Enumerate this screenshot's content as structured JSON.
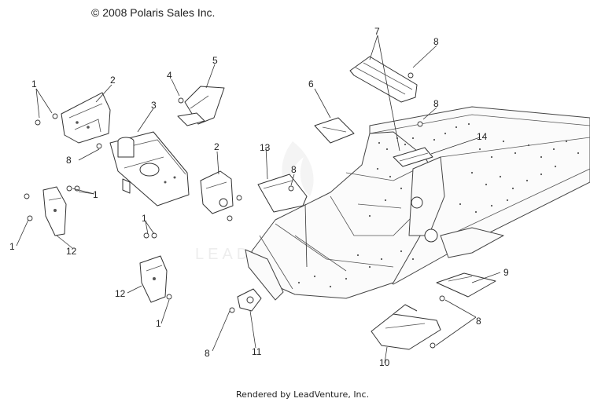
{
  "header": {
    "copyright": "© 2008 Polaris Sales Inc."
  },
  "footer": {
    "rendered_by": "Rendered by LeadVenture, Inc."
  },
  "watermark": {
    "text": "LEADVENTURE"
  },
  "callouts": [
    "1",
    "1",
    "1",
    "1",
    "1",
    "2",
    "2",
    "3",
    "4",
    "5",
    "6",
    "7",
    "8",
    "8",
    "8",
    "8",
    "8",
    "8",
    "9",
    "10",
    "11",
    "12",
    "12",
    "13",
    "14"
  ]
}
